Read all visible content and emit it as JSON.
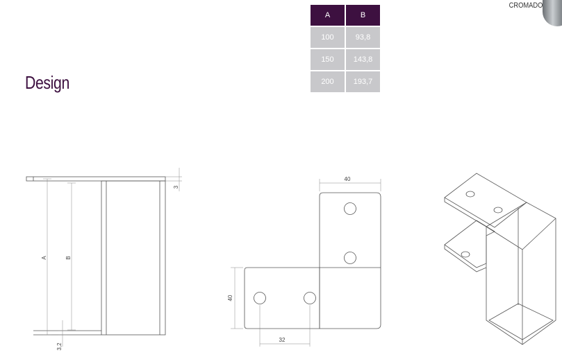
{
  "heading": "Design",
  "finish": {
    "label": "CROMADO"
  },
  "table": {
    "headers": [
      "A",
      "B"
    ],
    "rows": [
      [
        "100",
        "93,8"
      ],
      [
        "150",
        "143,8"
      ],
      [
        "200",
        "193,7"
      ]
    ]
  },
  "drawings": {
    "side": {
      "dim_a": "A",
      "dim_b": "B",
      "dim_top": "3",
      "dim_bottom": "3,2"
    },
    "plan": {
      "dim_width": "40",
      "dim_height": "40",
      "dim_holes": "32"
    }
  }
}
